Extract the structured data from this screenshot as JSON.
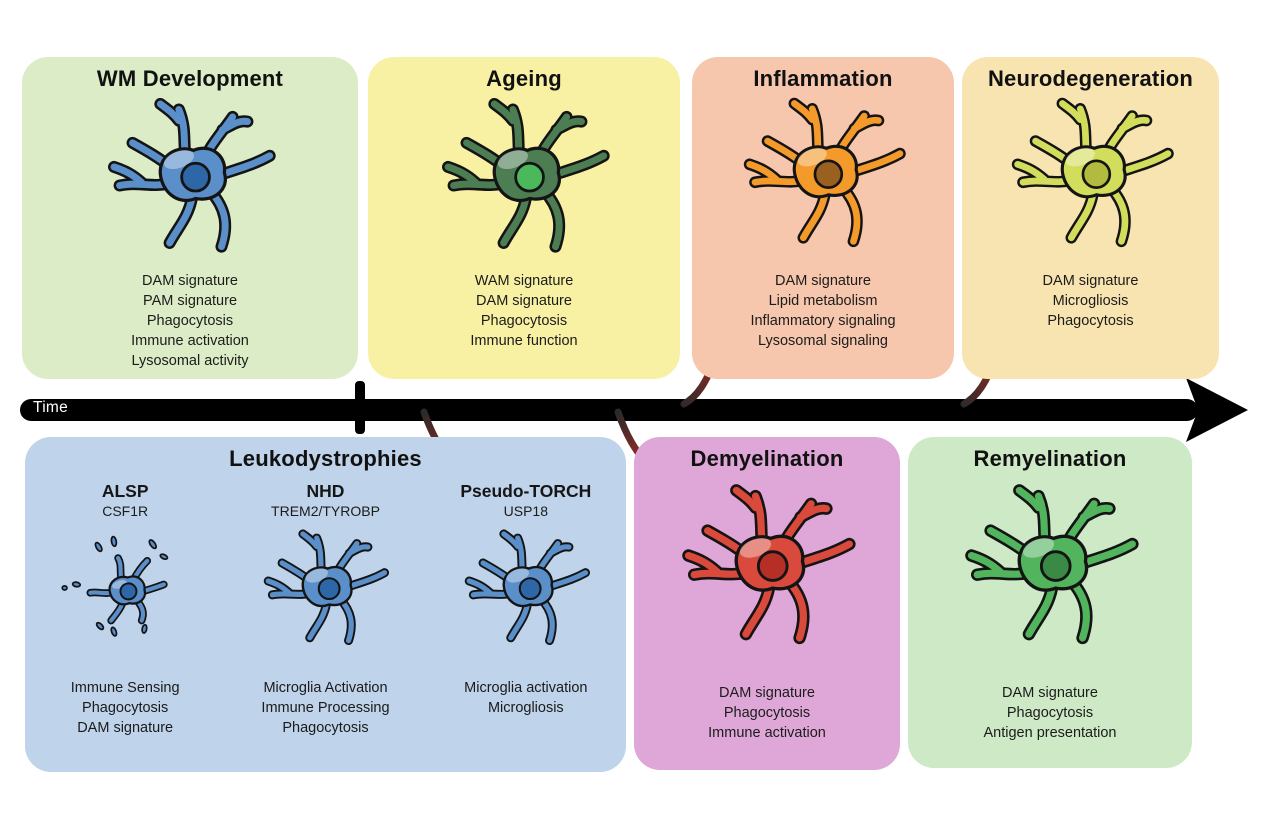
{
  "timeline": {
    "label": "Time"
  },
  "top_panels": [
    {
      "title": "WM Development",
      "features": [
        "DAM signature",
        "PAM signature",
        "Phagocytosis",
        "Immune activation",
        "Lysosomal activity"
      ]
    },
    {
      "title": "Ageing",
      "features": [
        "WAM signature",
        "DAM signature",
        "Phagocytosis",
        "Immune function"
      ]
    },
    {
      "title": "Inflammation",
      "features": [
        "DAM signature",
        "Lipid metabolism",
        "Inflammatory signaling",
        "Lysosomal signaling"
      ]
    },
    {
      "title": "Neurodegeneration",
      "features": [
        "DAM signature",
        "Microgliosis",
        "Phagocytosis"
      ]
    }
  ],
  "bottom_panels": [
    {
      "title": "Leukodystrophies",
      "subtypes": [
        {
          "name": "ALSP",
          "gene": "CSF1R",
          "features": [
            "Immune Sensing",
            "Phagocytosis",
            "DAM signature"
          ]
        },
        {
          "name": "NHD",
          "gene": "TREM2/TYROBP",
          "features": [
            "Microglia Activation",
            "Immune Processing",
            "Phagocytosis"
          ]
        },
        {
          "name": "Pseudo-TORCH",
          "gene": "USP18",
          "features": [
            "Microglia activation",
            "Microgliosis"
          ]
        }
      ]
    },
    {
      "title": "Demyelination",
      "features": [
        "DAM signature",
        "Phagocytosis",
        "Immune activation"
      ]
    },
    {
      "title": "Remyelination",
      "features": [
        "DAM signature",
        "Phagocytosis",
        "Antigen presentation"
      ]
    }
  ],
  "colors": {
    "panels": {
      "wm_development": "#dcecc6",
      "ageing": "#f8f1a3",
      "inflammation": "#f6c6ad",
      "neurodegeneration": "#f8e4b0",
      "leukodystrophies": "#bfd3ea",
      "demyelination": "#dfa7d7",
      "remyelination": "#cde9c5"
    },
    "cells": {
      "wm_development": {
        "body": "#5a8fca",
        "nucleus": "#2e67a8"
      },
      "ageing": {
        "body": "#4d7d52",
        "nucleus": "#4cb85c"
      },
      "inflammation": {
        "body": "#f39a2b",
        "nucleus": "#99601f"
      },
      "neurodegeneration": {
        "body": "#d3dd5c",
        "nucleus": "#b2ba40"
      },
      "leukodystrophy": {
        "body": "#5a8fca",
        "nucleus": "#2e67a8"
      },
      "demyelination": {
        "body": "#d94a3c",
        "nucleus": "#b52f26"
      },
      "remyelination": {
        "body": "#53b45e",
        "nucleus": "#3a8a46"
      }
    },
    "timeline_axis": "#000000",
    "transition_arrow_start": "#2a2a2a",
    "transition_arrow_end": "#d92b20"
  }
}
